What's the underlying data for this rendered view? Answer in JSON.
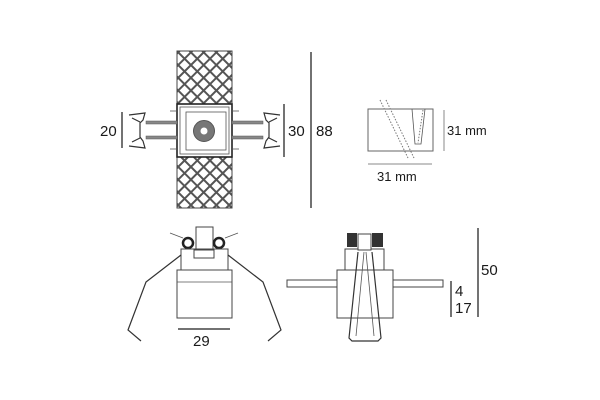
{
  "top_view": {
    "width_arm_dim": "20",
    "frame_dim": "30",
    "total_length_dim": "88"
  },
  "cutout_view": {
    "height_dim": "31 mm",
    "width_dim": "31 mm"
  },
  "front_view": {
    "width_dim": "29"
  },
  "side_view": {
    "flange_dim": "4",
    "body_dim": "17",
    "height_dim": "50"
  },
  "colors": {
    "line": "#333333",
    "fill_dark": "#555555",
    "background": "#ffffff"
  }
}
